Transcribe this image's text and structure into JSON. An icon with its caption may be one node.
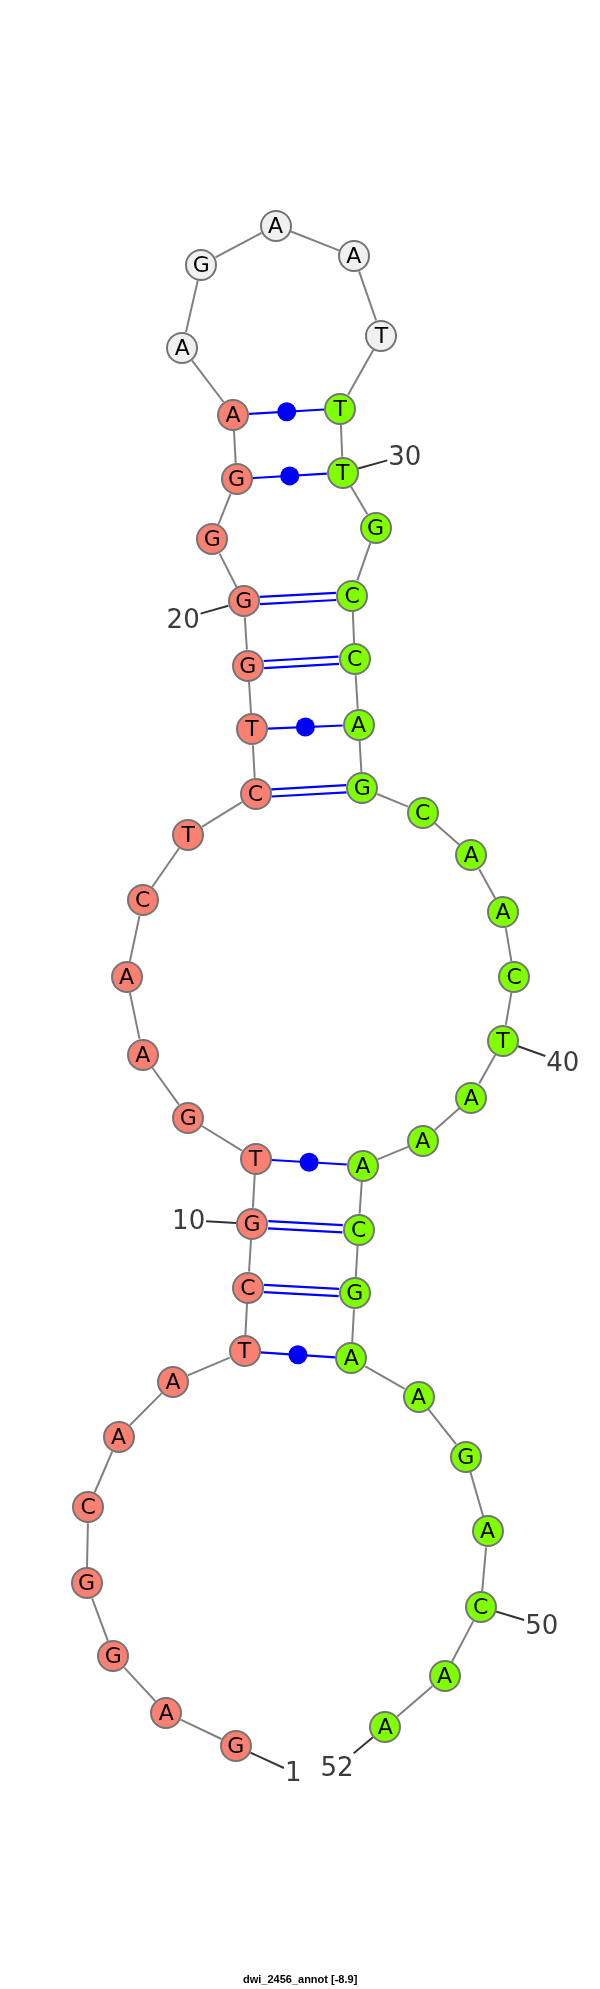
{
  "diagram": {
    "caption": "dwi_2456_annot [-8.9]",
    "nodes": [
      {
        "text": [
          "G"
        ]
      },
      {
        "text": [
          "A"
        ]
      },
      {
        "text": [
          "G"
        ]
      },
      {
        "text": [
          "G"
        ]
      },
      {
        "text": [
          "C"
        ]
      },
      {
        "text": [
          "A"
        ]
      },
      {
        "text": [
          "A"
        ]
      },
      {
        "text": [
          "T"
        ]
      },
      {
        "text": [
          "C"
        ]
      },
      {
        "text": [
          "G"
        ]
      },
      {
        "text": [
          "T"
        ]
      },
      {
        "text": [
          "G"
        ]
      },
      {
        "text": [
          "A"
        ]
      },
      {
        "text": [
          "A"
        ]
      },
      {
        "text": [
          "C"
        ]
      },
      {
        "text": [
          "T"
        ]
      },
      {
        "text": [
          "C"
        ]
      },
      {
        "text": [
          "T"
        ]
      },
      {
        "text": [
          "G"
        ]
      },
      {
        "text": [
          "G"
        ]
      },
      {
        "text": [
          "G"
        ]
      },
      {
        "text": [
          "G"
        ]
      },
      {
        "text": [
          "A"
        ]
      },
      {
        "text": [
          "A"
        ]
      },
      {
        "text": [
          "G"
        ]
      },
      {
        "text": [
          "A"
        ]
      },
      {
        "text": [
          "A"
        ]
      },
      {
        "text": [
          "T"
        ]
      },
      {
        "text": [
          "T"
        ]
      },
      {
        "text": [
          "T"
        ]
      },
      {
        "text": [
          "G"
        ]
      },
      {
        "text": [
          "C"
        ]
      },
      {
        "text": [
          "C"
        ]
      },
      {
        "text": [
          "A"
        ]
      },
      {
        "text": [
          "G"
        ]
      },
      {
        "text": [
          "C"
        ]
      },
      {
        "text": [
          "A"
        ]
      },
      {
        "text": [
          "A"
        ]
      },
      {
        "text": [
          "C"
        ]
      },
      {
        "text": [
          "T"
        ]
      },
      {
        "text": [
          "A"
        ]
      },
      {
        "text": [
          "A"
        ]
      },
      {
        "text": [
          "A"
        ]
      },
      {
        "text": [
          "C"
        ]
      },
      {
        "text": [
          "G"
        ]
      },
      {
        "text": [
          "A"
        ]
      },
      {
        "text": [
          "A"
        ]
      },
      {
        "text": [
          "G"
        ]
      },
      {
        "text": [
          "A"
        ]
      },
      {
        "text": [
          "C"
        ]
      },
      {
        "text": [
          "A"
        ]
      },
      {
        "text": [
          "A"
        ]
      },
      {
        "text": [
          "1"
        ]
      },
      {
        "text": [
          "10"
        ]
      },
      {
        "text": [
          "20"
        ]
      },
      {
        "text": [
          "30"
        ]
      },
      {
        "text": [
          "40"
        ]
      },
      {
        "text": [
          "50"
        ]
      },
      {
        "text": [
          "52"
        ]
      }
    ],
    "edges": [
      {
        "from": 0,
        "to": 1,
        "arrow": "none"
      },
      {
        "from": 1,
        "to": 2,
        "arrow": "none"
      },
      {
        "from": 2,
        "to": 3,
        "arrow": "none"
      },
      {
        "from": 3,
        "to": 4,
        "arrow": "none"
      },
      {
        "from": 4,
        "to": 5,
        "arrow": "none"
      },
      {
        "from": 5,
        "to": 6,
        "arrow": "none"
      },
      {
        "from": 6,
        "to": 7,
        "arrow": "none"
      },
      {
        "from": 7,
        "to": 8,
        "arrow": "none"
      },
      {
        "from": 8,
        "to": 9,
        "arrow": "none"
      },
      {
        "from": 9,
        "to": 10,
        "arrow": "none"
      },
      {
        "from": 10,
        "to": 11,
        "arrow": "none"
      },
      {
        "from": 11,
        "to": 12,
        "arrow": "none"
      },
      {
        "from": 12,
        "to": 13,
        "arrow": "none"
      },
      {
        "from": 13,
        "to": 14,
        "arrow": "none"
      },
      {
        "from": 14,
        "to": 15,
        "arrow": "none"
      },
      {
        "from": 15,
        "to": 16,
        "arrow": "none"
      },
      {
        "from": 16,
        "to": 17,
        "arrow": "none"
      },
      {
        "from": 17,
        "to": 18,
        "arrow": "none"
      },
      {
        "from": 18,
        "to": 19,
        "arrow": "none"
      },
      {
        "from": 19,
        "to": 20,
        "arrow": "none"
      },
      {
        "from": 20,
        "to": 21,
        "arrow": "none"
      },
      {
        "from": 21,
        "to": 22,
        "arrow": "none"
      },
      {
        "from": 22,
        "to": 23,
        "arrow": "none"
      },
      {
        "from": 23,
        "to": 24,
        "arrow": "none"
      },
      {
        "from": 24,
        "to": 25,
        "arrow": "none"
      },
      {
        "from": 25,
        "to": 26,
        "arrow": "none"
      },
      {
        "from": 26,
        "to": 27,
        "arrow": "none"
      },
      {
        "from": 27,
        "to": 28,
        "arrow": "none"
      },
      {
        "from": 28,
        "to": 29,
        "arrow": "none"
      },
      {
        "from": 29,
        "to": 30,
        "arrow": "none"
      },
      {
        "from": 30,
        "to": 31,
        "arrow": "none"
      },
      {
        "from": 31,
        "to": 32,
        "arrow": "none"
      },
      {
        "from": 32,
        "to": 33,
        "arrow": "none"
      },
      {
        "from": 33,
        "to": 34,
        "arrow": "none"
      },
      {
        "from": 34,
        "to": 35,
        "arrow": "none"
      },
      {
        "from": 35,
        "to": 36,
        "arrow": "none"
      },
      {
        "from": 36,
        "to": 37,
        "arrow": "none"
      },
      {
        "from": 37,
        "to": 38,
        "arrow": "none"
      },
      {
        "from": 38,
        "to": 39,
        "arrow": "none"
      },
      {
        "from": 39,
        "to": 40,
        "arrow": "none"
      },
      {
        "from": 40,
        "to": 41,
        "arrow": "none"
      },
      {
        "from": 41,
        "to": 42,
        "arrow": "none"
      },
      {
        "from": 42,
        "to": 43,
        "arrow": "none"
      },
      {
        "from": 43,
        "to": 44,
        "arrow": "none"
      },
      {
        "from": 44,
        "to": 45,
        "arrow": "none"
      },
      {
        "from": 45,
        "to": 46,
        "arrow": "none"
      },
      {
        "from": 46,
        "to": 47,
        "arrow": "none"
      },
      {
        "from": 47,
        "to": 48,
        "arrow": "none"
      },
      {
        "from": 48,
        "to": 49,
        "arrow": "none"
      },
      {
        "from": 49,
        "to": 50,
        "arrow": "none"
      },
      {
        "from": 50,
        "to": 51,
        "arrow": "none"
      },
      {
        "from": 22,
        "to": 28,
        "arrow": "none",
        "color": "#0000ff"
      },
      {
        "from": 21,
        "to": 29,
        "arrow": "none",
        "color": "#0000ff"
      },
      {
        "from": 19,
        "to": 31,
        "arrow": "none",
        "color": "#0000ff"
      },
      {
        "from": 18,
        "to": 32,
        "arrow": "none",
        "color": "#0000ff"
      },
      {
        "from": 17,
        "to": 33,
        "arrow": "none",
        "color": "#0000ff"
      },
      {
        "from": 16,
        "to": 34,
        "arrow": "none",
        "color": "#0000ff"
      },
      {
        "from": 10,
        "to": 42,
        "arrow": "none",
        "color": "#0000ff"
      },
      {
        "from": 9,
        "to": 43,
        "arrow": "none",
        "color": "#0000ff"
      },
      {
        "from": 8,
        "to": 44,
        "arrow": "none",
        "color": "#0000ff"
      },
      {
        "from": 7,
        "to": 45,
        "arrow": "none",
        "color": "#0000ff"
      },
      {
        "from": 52,
        "to": 0,
        "arrow": "none",
        "color": "#333333"
      },
      {
        "from": 53,
        "to": 9,
        "arrow": "none",
        "color": "#333333"
      },
      {
        "from": 54,
        "to": 19,
        "arrow": "none",
        "color": "#333333"
      },
      {
        "from": 55,
        "to": 29,
        "arrow": "none",
        "color": "#333333"
      },
      {
        "from": 56,
        "to": 39,
        "arrow": "none",
        "color": "#333333"
      },
      {
        "from": 57,
        "to": 49,
        "arrow": "none",
        "color": "#333333"
      },
      {
        "from": 58,
        "to": 51,
        "arrow": "none",
        "color": "#333333"
      }
    ]
  }
}
